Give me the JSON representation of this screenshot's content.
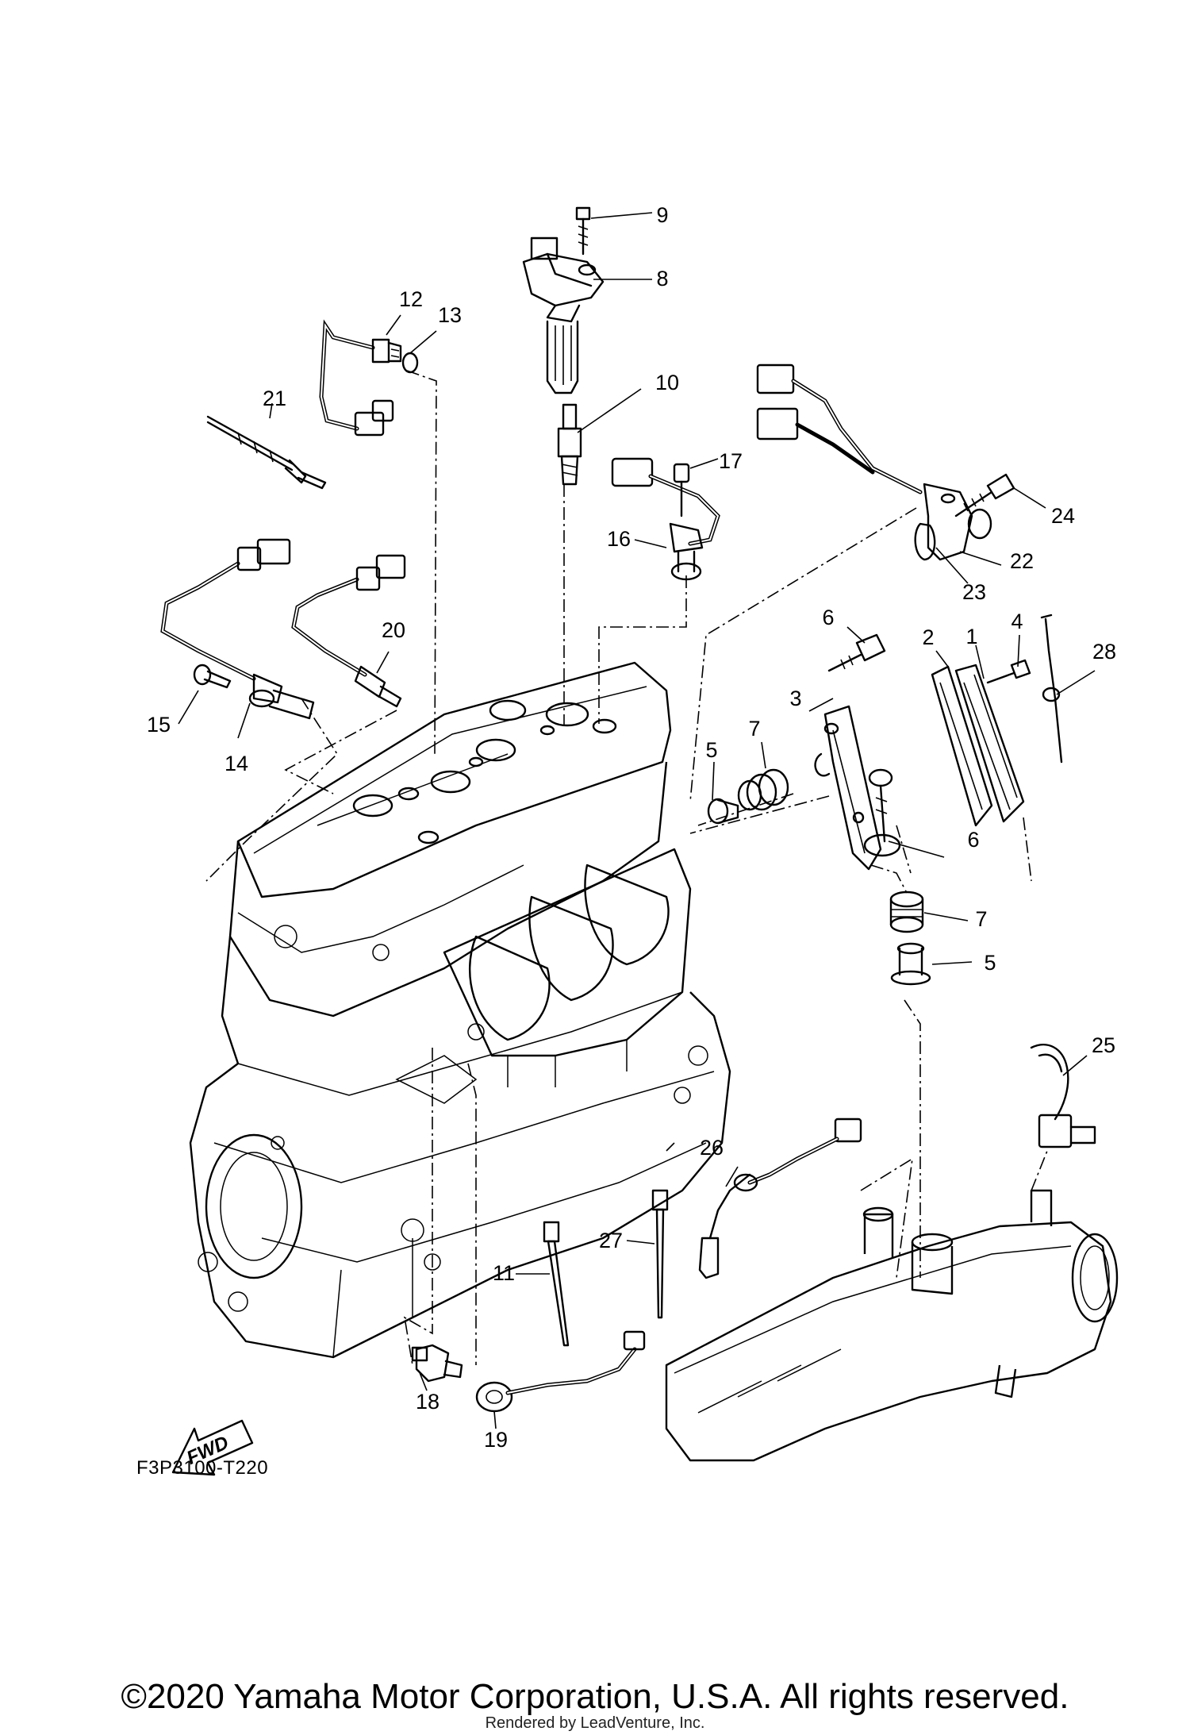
{
  "diagram": {
    "figure_code": "F3P3100-T220",
    "fwd_label": "FWD",
    "copyright": "©2020 Yamaha Motor Corporation, U.S.A. All rights reserved.",
    "rendered_by": "Rendered by LeadVenture, Inc.",
    "callouts": [
      {
        "number": "1"
      },
      {
        "number": "2"
      },
      {
        "number": "3"
      },
      {
        "number": "4"
      },
      {
        "number": "5"
      },
      {
        "number": "5"
      },
      {
        "number": "6"
      },
      {
        "number": "6"
      },
      {
        "number": "7"
      },
      {
        "number": "7"
      },
      {
        "number": "8"
      },
      {
        "number": "9"
      },
      {
        "number": "10"
      },
      {
        "number": "11"
      },
      {
        "number": "12"
      },
      {
        "number": "13"
      },
      {
        "number": "14"
      },
      {
        "number": "15"
      },
      {
        "number": "16"
      },
      {
        "number": "17"
      },
      {
        "number": "18"
      },
      {
        "number": "19"
      },
      {
        "number": "20"
      },
      {
        "number": "21"
      },
      {
        "number": "22"
      },
      {
        "number": "23"
      },
      {
        "number": "24"
      },
      {
        "number": "25"
      },
      {
        "number": "26"
      },
      {
        "number": "27"
      },
      {
        "number": "28"
      }
    ]
  }
}
